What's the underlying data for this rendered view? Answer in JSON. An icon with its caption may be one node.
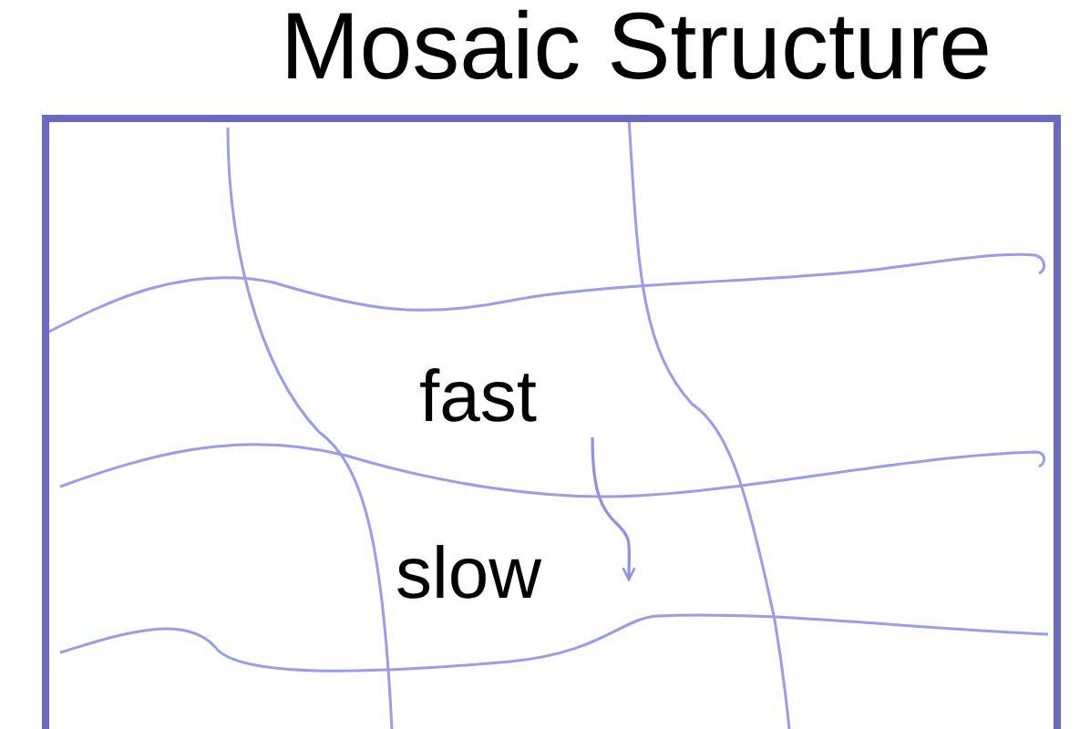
{
  "diagram": {
    "title": "Mosaic Structure",
    "nodes": [
      {
        "text": [
          "fast"
        ]
      },
      {
        "text": [
          "slow"
        ]
      }
    ],
    "edges": [
      {
        "from": 0,
        "to": 1,
        "arrow": "to"
      }
    ]
  }
}
